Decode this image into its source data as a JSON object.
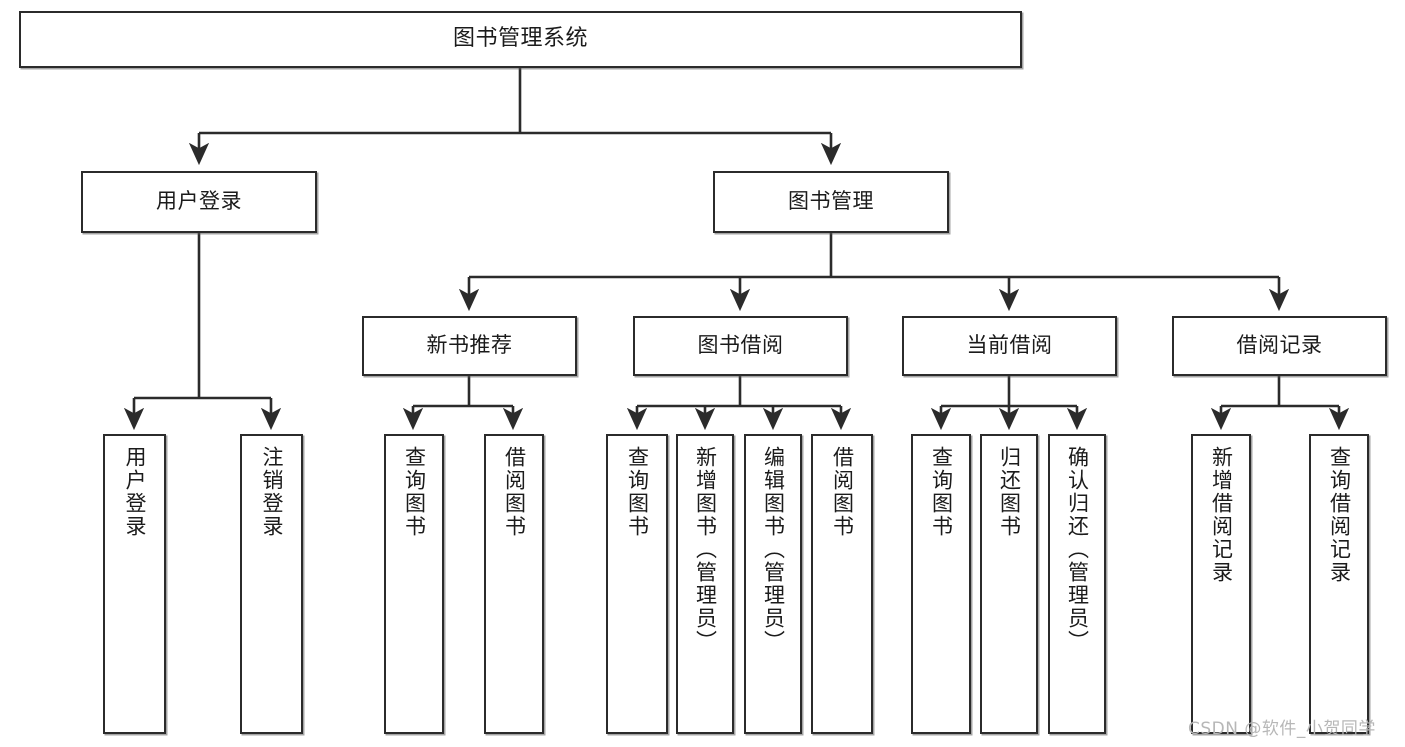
{
  "diagram": {
    "title": "图书管理系统",
    "type": "hierarchy-tree",
    "watermark": "CSDN @软件_小贺同学",
    "colors": {
      "node_border": "#2b2b2b",
      "node_fill": "#ffffff",
      "edge": "#2b2b2b",
      "background": "#ffffff",
      "watermark": "#b7b7b7"
    },
    "levels": {
      "root": {
        "label": "图书管理系统"
      },
      "level2": [
        {
          "label": "用户登录"
        },
        {
          "label": "图书管理"
        }
      ],
      "level3": [
        {
          "label": "新书推荐"
        },
        {
          "label": "图书借阅"
        },
        {
          "label": "当前借阅"
        },
        {
          "label": "借阅记录"
        }
      ],
      "leaves": {
        "user_login": [
          {
            "label": "用户登录"
          },
          {
            "label": "注销登录"
          }
        ],
        "new_book_recommend": [
          {
            "label": "查询图书"
          },
          {
            "label": "借阅图书"
          }
        ],
        "book_borrow": [
          {
            "label": "查询图书"
          },
          {
            "label": "新增图书（管理员）"
          },
          {
            "label": "编辑图书（管理员）"
          },
          {
            "label": "借阅图书"
          }
        ],
        "current_borrow": [
          {
            "label": "查询图书"
          },
          {
            "label": "归还图书"
          },
          {
            "label": "确认归还（管理员）"
          }
        ],
        "borrow_record": [
          {
            "label": "新增借阅记录"
          },
          {
            "label": "查询借阅记录"
          }
        ]
      }
    }
  }
}
